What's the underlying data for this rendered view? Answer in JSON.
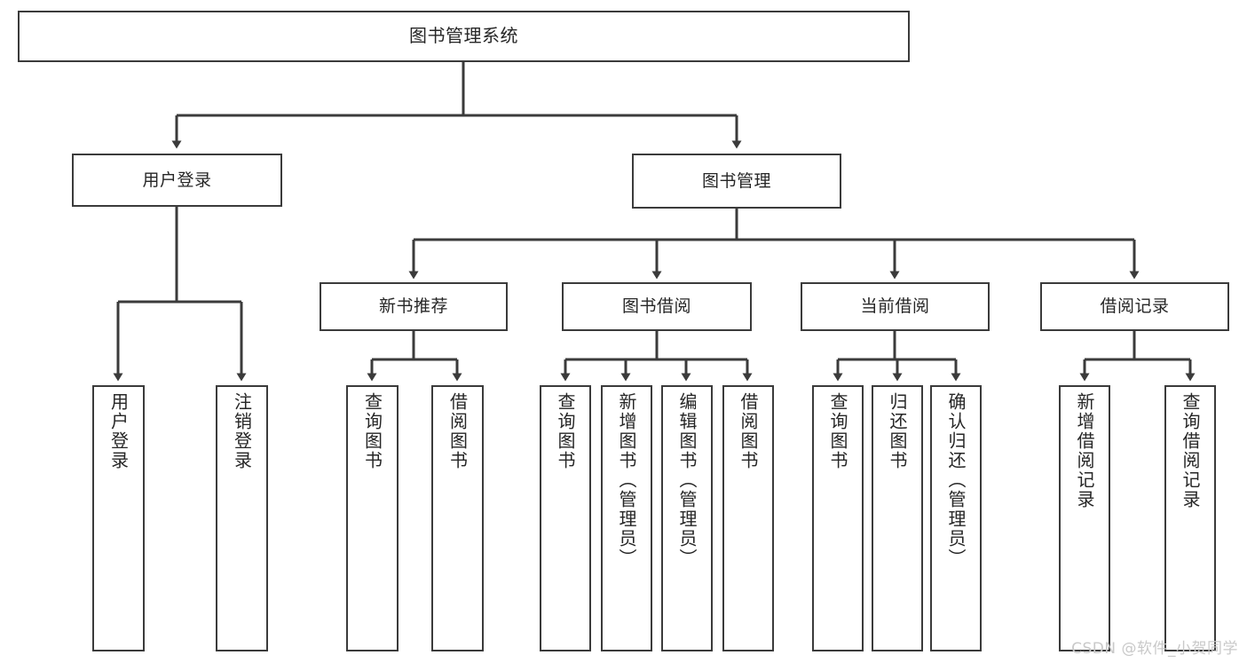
{
  "diagram": {
    "title": "图书管理系统",
    "type": "tree",
    "theme": {
      "background": "#ffffff",
      "node_border": "#3b3b3b",
      "node_fill": "#ffffff",
      "text": "#262626",
      "edge": "#3b3b3b",
      "watermark": "#c9c9c9"
    }
  },
  "watermark": {
    "text": "CSDN @软件_小贺同学"
  },
  "nodes": {
    "root": {
      "label": "图书管理系统",
      "level": 0
    },
    "user_login": {
      "label": "用户登录",
      "level": 1
    },
    "book_manage": {
      "label": "图书管理",
      "level": 1
    },
    "new_book_rec": {
      "label": "新书推荐",
      "level": 2
    },
    "book_borrow": {
      "label": "图书借阅",
      "level": 2
    },
    "current_borrow": {
      "label": "当前借阅",
      "level": 2
    },
    "borrow_record": {
      "label": "借阅记录",
      "level": 2
    },
    "leaf_user_login": {
      "label": "用户登录",
      "level": 2
    },
    "leaf_logout": {
      "label": "注销登录",
      "level": 2
    },
    "leaf_query_book_1": {
      "label": "查询图书",
      "level": 3
    },
    "leaf_borrow_book_1": {
      "label": "借阅图书",
      "level": 3
    },
    "leaf_query_book_2": {
      "label": "查询图书",
      "level": 3
    },
    "leaf_add_book": {
      "label": "新增图书（管理员）",
      "level": 3
    },
    "leaf_edit_book": {
      "label": "编辑图书（管理员）",
      "level": 3
    },
    "leaf_borrow_book_2": {
      "label": "借阅图书",
      "level": 3
    },
    "leaf_query_book_3": {
      "label": "查询图书",
      "level": 3
    },
    "leaf_return_book": {
      "label": "归还图书",
      "level": 3
    },
    "leaf_confirm_return": {
      "label": "确认归还（管理员）",
      "level": 3
    },
    "leaf_add_record": {
      "label": "新增借阅记录",
      "level": 3
    },
    "leaf_query_record": {
      "label": "查询借阅记录",
      "level": 3
    }
  },
  "edges": [
    {
      "from": "root",
      "to": "user_login"
    },
    {
      "from": "root",
      "to": "book_manage"
    },
    {
      "from": "user_login",
      "to": "leaf_user_login"
    },
    {
      "from": "user_login",
      "to": "leaf_logout"
    },
    {
      "from": "book_manage",
      "to": "new_book_rec"
    },
    {
      "from": "book_manage",
      "to": "book_borrow"
    },
    {
      "from": "book_manage",
      "to": "current_borrow"
    },
    {
      "from": "book_manage",
      "to": "borrow_record"
    },
    {
      "from": "new_book_rec",
      "to": "leaf_query_book_1"
    },
    {
      "from": "new_book_rec",
      "to": "leaf_borrow_book_1"
    },
    {
      "from": "book_borrow",
      "to": "leaf_query_book_2"
    },
    {
      "from": "book_borrow",
      "to": "leaf_add_book"
    },
    {
      "from": "book_borrow",
      "to": "leaf_edit_book"
    },
    {
      "from": "book_borrow",
      "to": "leaf_borrow_book_2"
    },
    {
      "from": "current_borrow",
      "to": "leaf_query_book_3"
    },
    {
      "from": "current_borrow",
      "to": "leaf_return_book"
    },
    {
      "from": "current_borrow",
      "to": "leaf_confirm_return"
    },
    {
      "from": "borrow_record",
      "to": "leaf_add_record"
    },
    {
      "from": "borrow_record",
      "to": "leaf_query_record"
    }
  ]
}
